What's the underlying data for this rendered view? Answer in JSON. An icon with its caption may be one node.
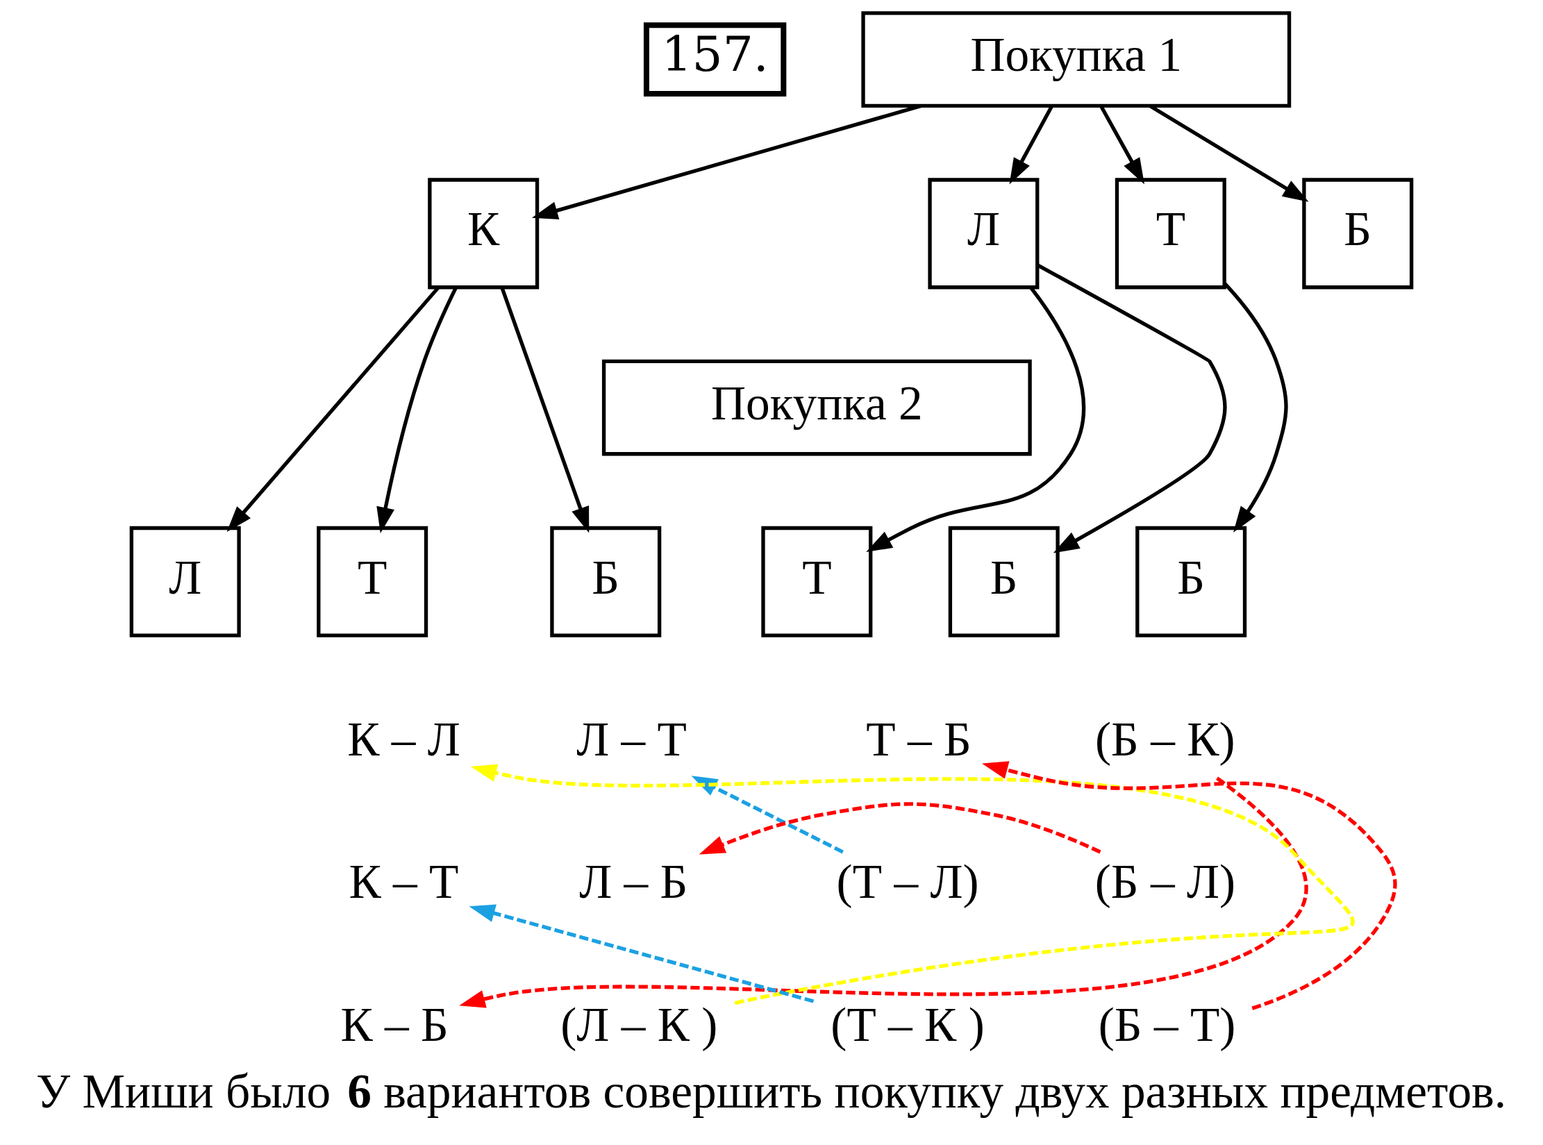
{
  "diagram": {
    "caption": "У Миши было **6** вариантов совершить покупку двух разных предметов.",
    "nodes": [
      {
        "text": [
          "Покупка 1"
        ]
      },
      {
        "text": [
          "К"
        ]
      },
      {
        "text": [
          "Л"
        ]
      },
      {
        "text": [
          "Т"
        ]
      },
      {
        "text": [
          "Б"
        ]
      },
      {
        "text": [
          "Покупка 2"
        ]
      },
      {
        "text": [
          "Л"
        ]
      },
      {
        "text": [
          "Т"
        ]
      },
      {
        "text": [
          "Б"
        ]
      },
      {
        "text": [
          "Т"
        ]
      },
      {
        "text": [
          "Б"
        ]
      },
      {
        "text": [
          "Б"
        ]
      },
      {
        "text": [
          "К – Л"
        ]
      },
      {
        "text": [
          "Л – Т"
        ]
      },
      {
        "text": [
          "Т – Б"
        ]
      },
      {
        "text": [
          "(Б – К)"
        ]
      },
      {
        "text": [
          "К – Т"
        ]
      },
      {
        "text": [
          "Л – Б"
        ]
      },
      {
        "text": [
          "(Т – Л)"
        ]
      },
      {
        "text": [
          "(Б – Л)"
        ]
      },
      {
        "text": [
          "К – Б"
        ]
      },
      {
        "text": [
          "(Л – К )"
        ]
      },
      {
        "text": [
          "(Т – К )"
        ]
      },
      {
        "text": [
          "(Б – Т)"
        ]
      }
    ],
    "edges": [
      {
        "from": 0,
        "to": 1,
        "arrow": "to"
      },
      {
        "from": 0,
        "to": 2,
        "arrow": "to"
      },
      {
        "from": 0,
        "to": 3,
        "arrow": "to"
      },
      {
        "from": 0,
        "to": 4,
        "arrow": "to"
      },
      {
        "from": 1,
        "to": 6,
        "arrow": "to"
      },
      {
        "from": 1,
        "to": 7,
        "arrow": "to"
      },
      {
        "from": 1,
        "to": 8,
        "arrow": "to"
      },
      {
        "from": 2,
        "to": 9,
        "arrow": "to"
      },
      {
        "from": 2,
        "to": 10,
        "arrow": "to"
      },
      {
        "from": 3,
        "to": 11,
        "arrow": "to"
      },
      {
        "from": 21,
        "to": 12,
        "arrow": "to",
        "style": "dashed",
        "color": "#ffff00"
      },
      {
        "from": 22,
        "to": 16,
        "arrow": "to",
        "style": "dashed",
        "color": "#1ba1e2"
      },
      {
        "from": 15,
        "to": 20,
        "arrow": "to",
        "style": "dashed",
        "color": "#ff0000"
      },
      {
        "from": 18,
        "to": 13,
        "arrow": "to",
        "style": "dashed",
        "color": "#1ba1e2"
      },
      {
        "from": 19,
        "to": 17,
        "arrow": "to",
        "style": "dashed",
        "color": "#ff0000"
      },
      {
        "from": 23,
        "to": 14,
        "arrow": "to",
        "style": "dashed",
        "color": "#ff0000"
      }
    ],
    "labels": [
      "157."
    ]
  }
}
